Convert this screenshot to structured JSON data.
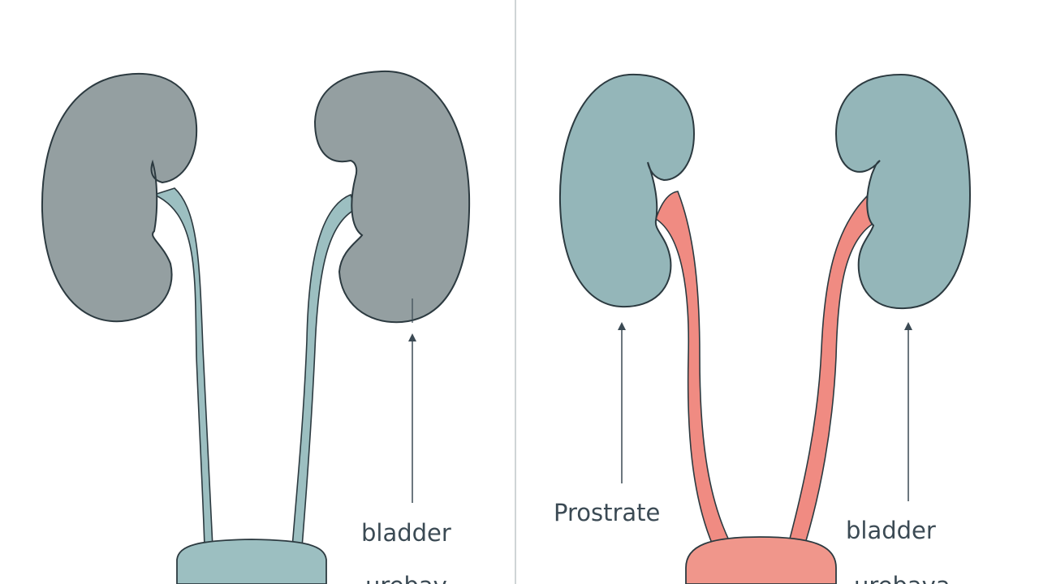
{
  "colors": {
    "kidney_left_panel": "#949fa1",
    "ureter_left_panel": "#9cbfc1",
    "kidney_right_panel": "#94b6b9",
    "ureter_right_panel": "#f08b82",
    "bladder_right_panel": "#f0968b",
    "outline": "#2c3a40",
    "divider": "#cfd4d6"
  },
  "left_panel": {
    "label_bladder": "bladder",
    "label_cut": "urebav"
  },
  "right_panel": {
    "label_prostrate": "Prostrate",
    "label_bladder": "bladder",
    "label_cut": "urebava"
  }
}
